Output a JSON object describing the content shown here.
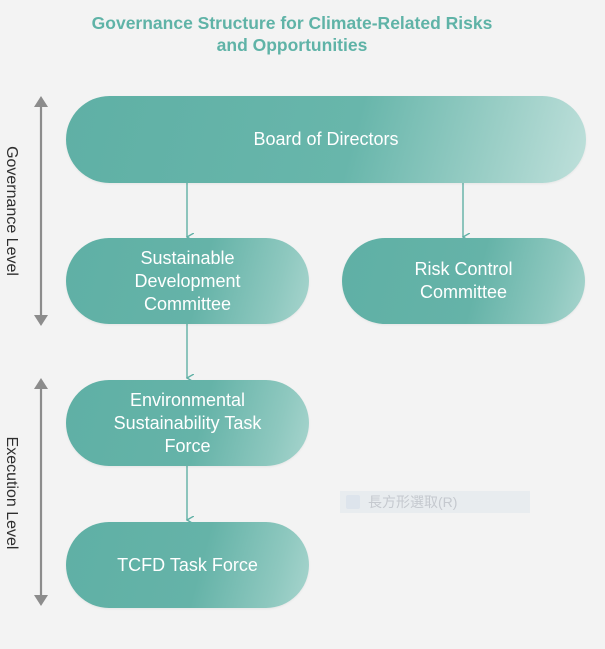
{
  "title": {
    "line1": "Governance Structure for Climate-Related Risks",
    "line2": "and Opportunities"
  },
  "levels": {
    "governance": "Governance Level",
    "execution": "Execution Level"
  },
  "nodes": {
    "board": "Board of Directors",
    "sdc": [
      "Sustainable",
      "Development",
      "Committee"
    ],
    "rcc": [
      "Risk Control",
      "Committee"
    ],
    "estf": [
      "Environmental",
      "Sustainability Task",
      "Force"
    ],
    "tcfd": "TCFD Task Force"
  },
  "ghost_label": "長方形選取(R)",
  "colors": {
    "title": "#5fb3a7",
    "node_base": "#5fb0a5",
    "node_highlight": "#bfe0db",
    "connector": "#5fb0a5",
    "level_arrow": "#8c8c8c",
    "background": "#f3f3f3"
  }
}
